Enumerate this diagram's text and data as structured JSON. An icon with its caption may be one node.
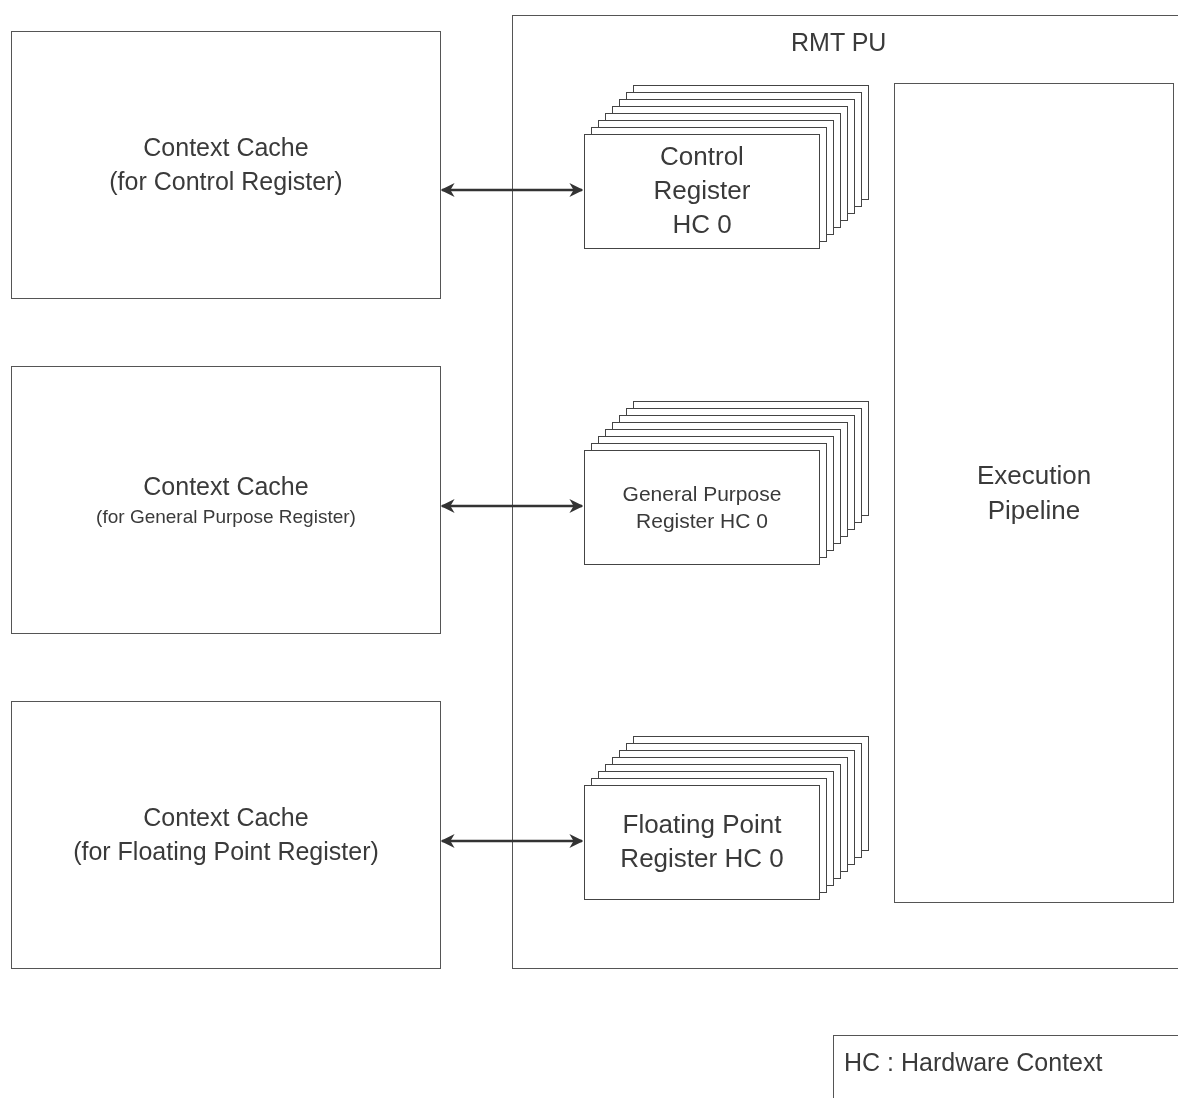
{
  "diagram": {
    "nodes": [
      {
        "text": [
          "Context Cache",
          "(for Control Register)"
        ]
      },
      {
        "text": [
          "Context Cache",
          "(for General Purpose Register)"
        ]
      },
      {
        "text": [
          "Context Cache",
          "(for Floating Point Register)"
        ]
      },
      {
        "text": [
          "RMT PU"
        ]
      },
      {
        "text": [
          "Control Register HC 0"
        ],
        "in": 3
      },
      {
        "text": [
          "General Purpose Register HC 0"
        ],
        "in": 3
      },
      {
        "text": [
          "Floating Point Register HC 0"
        ],
        "in": 3
      },
      {
        "text": [
          "Execution Pipeline"
        ],
        "in": 3
      },
      {
        "text": [
          "HC : Hardware Context"
        ]
      }
    ],
    "edges": [
      {
        "from": 0,
        "to": 4,
        "arrow": "both"
      },
      {
        "from": 1,
        "to": 5,
        "arrow": "both"
      },
      {
        "from": 2,
        "to": 6,
        "arrow": "both"
      }
    ]
  }
}
